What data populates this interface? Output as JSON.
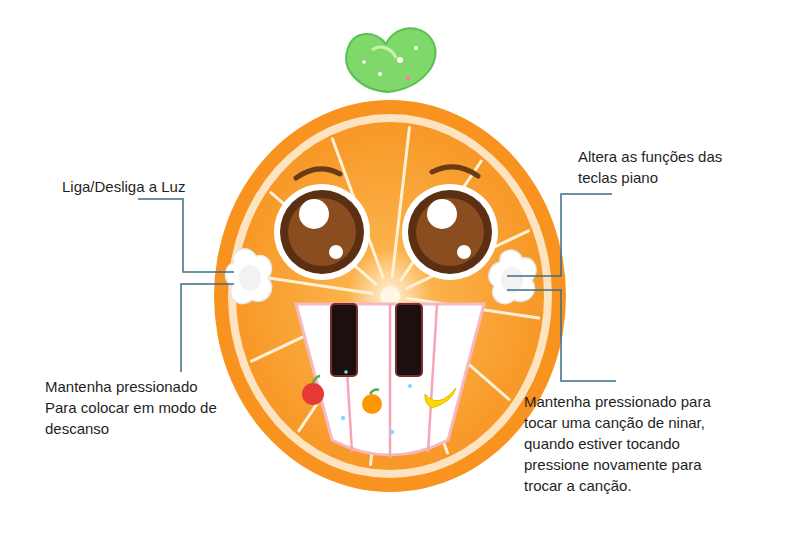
{
  "diagram": {
    "labels": [
      "Liga/Desliga a Luz",
      "Mantenha pressionado Para colocar em modo de descanso",
      "Altera as funções das teclas piano",
      "Mantenha pressionado para tocar uma canção de ninar, quando estiver tocando pressione novamente para trocar a canção."
    ]
  }
}
